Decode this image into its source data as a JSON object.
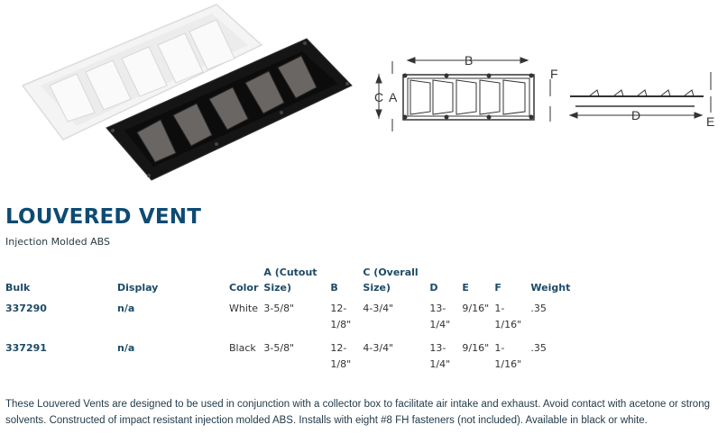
{
  "product": {
    "title": "LOUVERED VENT",
    "subtitle": "Injection Molded ABS",
    "description": "These Louvered Vents are designed to be used in conjunction with a collector box to facilitate air intake and exhaust. Avoid contact with acetone or strong solvents. Constructed of impact resistant injection molded ABS. Installs with eight #8 FH fasteners (not included). Available in black or white."
  },
  "images": {
    "photo": "louvered-vent-photo-white-and-black",
    "diagram": "dimension-diagram"
  },
  "diagram_labels": {
    "a": "A",
    "b": "B",
    "c": "C",
    "d": "D",
    "e": "E",
    "f": "F"
  },
  "table": {
    "headers": {
      "bulk": "Bulk",
      "display": "Display",
      "color": "Color",
      "a": "A (Cutout Size)",
      "b": "B",
      "c": "C (Overall Size)",
      "d": "D",
      "e": "E",
      "f": "F",
      "weight": "Weight"
    },
    "rows": [
      {
        "bulk": "337290",
        "display": "n/a",
        "color": "White",
        "a": "3-5/8\"",
        "b": "12-1/8\"",
        "c": "4-3/4\"",
        "d": "13-1/4\"",
        "e": "9/16\"",
        "f": "1-1/16\"",
        "weight": ".35"
      },
      {
        "bulk": "337291",
        "display": "n/a",
        "color": "Black",
        "a": "3-5/8\"",
        "b": "12-1/8\"",
        "c": "4-3/4\"",
        "d": "13-1/4\"",
        "e": "9/16\"",
        "f": "1-1/16\"",
        "weight": ".35"
      }
    ]
  },
  "colors": {
    "title": "#0e4b73",
    "header": "#1d4a66"
  }
}
